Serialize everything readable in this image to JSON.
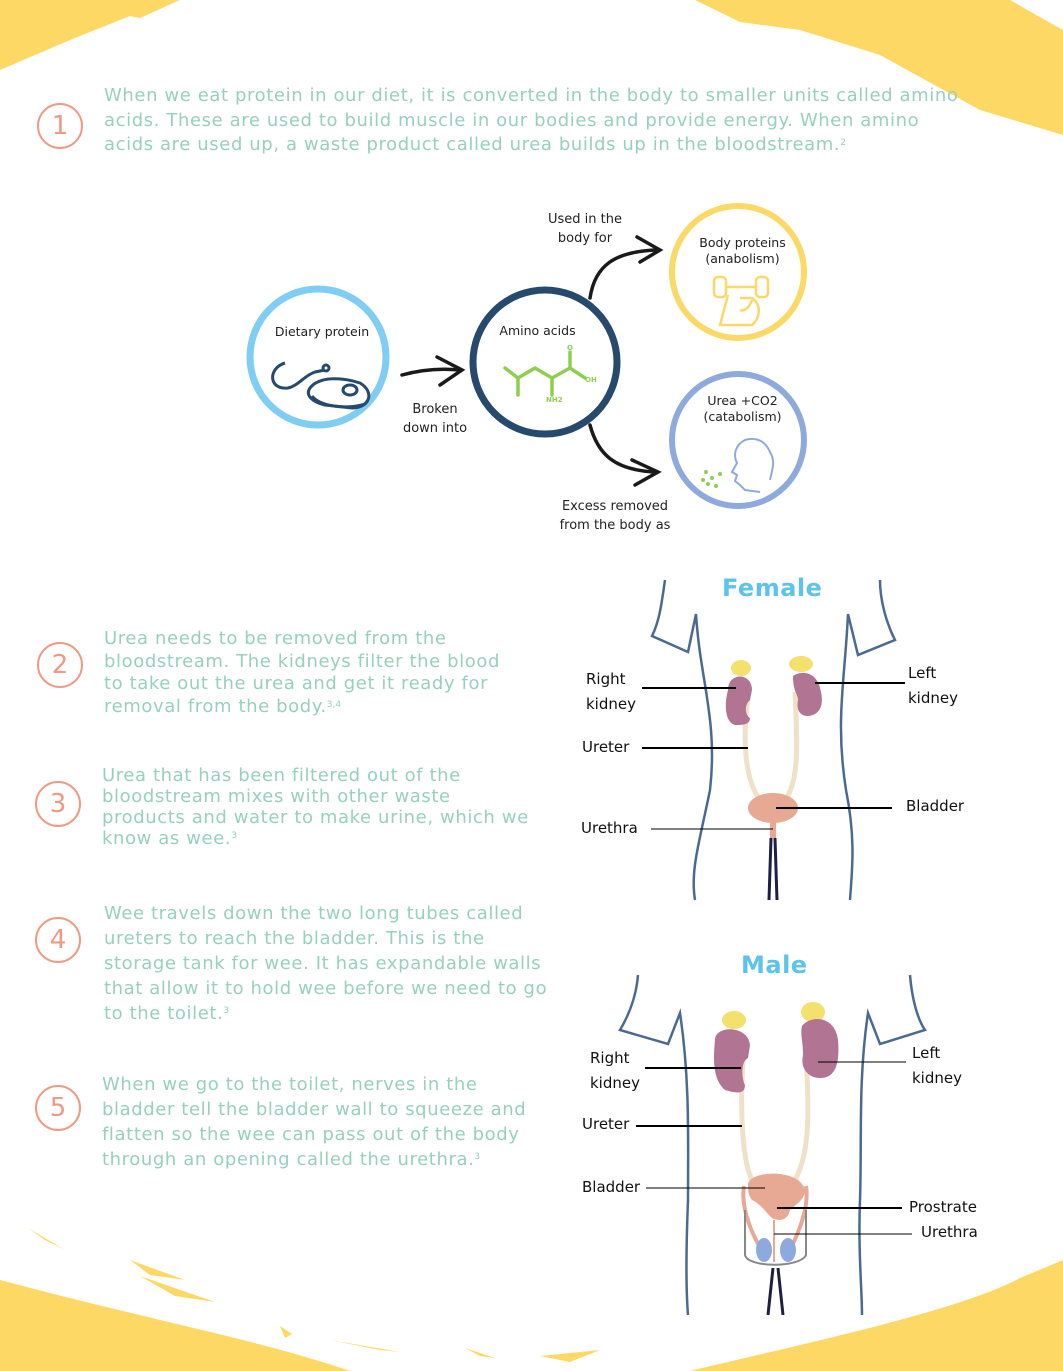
{
  "colors": {
    "accent_yellow": "#fdd865",
    "text_green": "#96d1bb",
    "number_salmon": "#ee9a85",
    "title_blue": "#5bc3ec",
    "circle_light_blue": "#7fcdf4",
    "circle_navy": "#264a6e",
    "circle_yellow": "#fcd867",
    "circle_periwinkle": "#8eaadc",
    "kidney": "#b27493",
    "adrenal": "#f4e06d",
    "ureter": "#f1e0c8",
    "bladder": "#e7a993"
  },
  "steps": [
    {
      "number": "1",
      "text": "When we eat protein in our diet, it is converted in the body to smaller units called amino acids. These are used to build muscle in our bodies and provide energy. When amino acids are used up, a waste product called urea builds up in the bloodstream.",
      "ref": "2"
    },
    {
      "number": "2",
      "text": "Urea needs to be removed from the bloodstream. The kidneys filter the blood to take out the urea and get it ready for removal from the body.",
      "ref": "3,4"
    },
    {
      "number": "3",
      "text": "Urea that has been filtered out of the bloodstream mixes with other waste products and water to make urine, which we know as wee.",
      "ref": "3"
    },
    {
      "number": "4",
      "text": "Wee travels down the two long tubes called ureters to reach the bladder. This is the storage tank for wee. It has expandable walls that allow it to hold wee before we need to go to the toilet.",
      "ref": "3"
    },
    {
      "number": "5",
      "text": "When we go to the toilet, nerves in the bladder tell the bladder wall to squeeze and flatten so the wee can pass out of the body through an opening called the urethra.",
      "ref": "3"
    }
  ],
  "flow": {
    "dietary_protein": {
      "label": "Dietary protein",
      "icon": "meat-icon"
    },
    "amino_acids": {
      "label": "Amino acids",
      "icon": "molecule-icon",
      "chem_oh": "OH",
      "chem_o": "O",
      "chem_nh2": "NH2"
    },
    "body_proteins": {
      "label_line1": "Body proteins",
      "label_line2": "(anabolism)",
      "icon": "dumbbell-arm-icon"
    },
    "urea_co2": {
      "label_line1": "Urea +CO2",
      "label_line2": "(catabolism)",
      "icon": "head-breath-icon"
    },
    "arrow_broken_down": {
      "line1": "Broken",
      "line2": "down into"
    },
    "arrow_used": {
      "line1": "Used in the",
      "line2": "body for"
    },
    "arrow_excess": {
      "line1": "Excess removed",
      "line2": "from the body as"
    }
  },
  "female": {
    "title": "Female",
    "labels": {
      "right_kidney_1": "Right",
      "right_kidney_2": "kidney",
      "left_kidney_1": "Left",
      "left_kidney_2": "kidney",
      "ureter": "Ureter",
      "bladder": "Bladder",
      "urethra": "Urethra"
    }
  },
  "male": {
    "title": "Male",
    "labels": {
      "right_kidney_1": "Right",
      "right_kidney_2": "kidney",
      "left_kidney_1": "Left",
      "left_kidney_2": "kidney",
      "ureter": "Ureter",
      "bladder": "Bladder",
      "prostate": "Prostrate",
      "urethra": "Urethra"
    }
  }
}
